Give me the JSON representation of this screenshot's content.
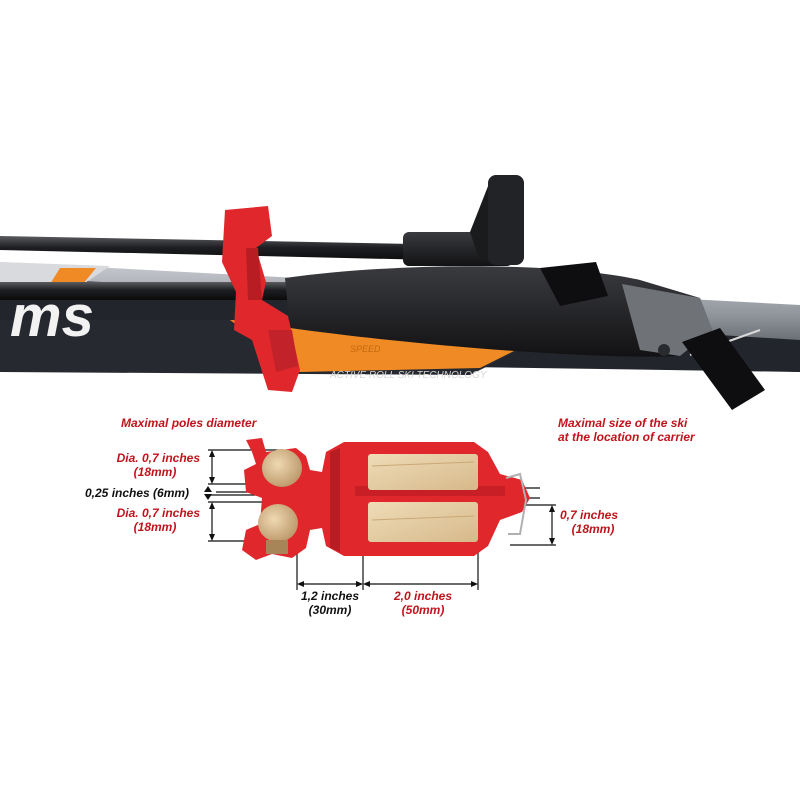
{
  "photo": {
    "ski_brand_text": "ms",
    "ski_print_text": "ACTIVE ROLL SKI TECHNOLOGY",
    "ski_sticker_text": "SPEED"
  },
  "labels": {
    "pole_heading": "Maximal poles diameter",
    "ski_heading_line1": "Maximal size of the ski",
    "ski_heading_line2": "at the location of carrier",
    "dia_top_line1": "Dia. 0,7 inches",
    "dia_top_line2": "(18mm)",
    "gap": "0,25 inches (6mm)",
    "dia_bottom_line1": "Dia. 0,7 inches",
    "dia_bottom_line2": "(18mm)",
    "width_left_line1": "1,2 inches",
    "width_left_line2": "(30mm)",
    "width_right_line1": "2,0 inches",
    "width_right_line2": "(50mm)",
    "height_right_line1": "0,7 inches",
    "height_right_line2": "(18mm)"
  },
  "colors": {
    "carrier_red": "#e0282c",
    "label_red": "#c0141c",
    "ski_orange": "#f08a24",
    "ski_dark": "#23262c",
    "pole_black": "#1c1c1e",
    "wood": "#e2c9a0"
  }
}
